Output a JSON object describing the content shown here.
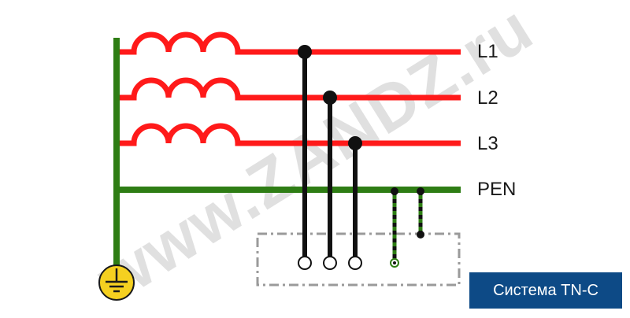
{
  "watermark": "www.ZANDZ.ru",
  "lines": {
    "l1": "L1",
    "l2": "L2",
    "l3": "L3",
    "pen": "PEN"
  },
  "system_label": "Система TN-C",
  "colors": {
    "phase": "#ff1a1a",
    "pen": "#2e7d14",
    "tap": "#111111",
    "ground_fill": "#f5d020",
    "badge": "#0d4a86",
    "enclosure": "#9a9a9a"
  },
  "icons": {
    "ground": "ground-symbol-icon",
    "coil": "transformer-winding-icon"
  }
}
